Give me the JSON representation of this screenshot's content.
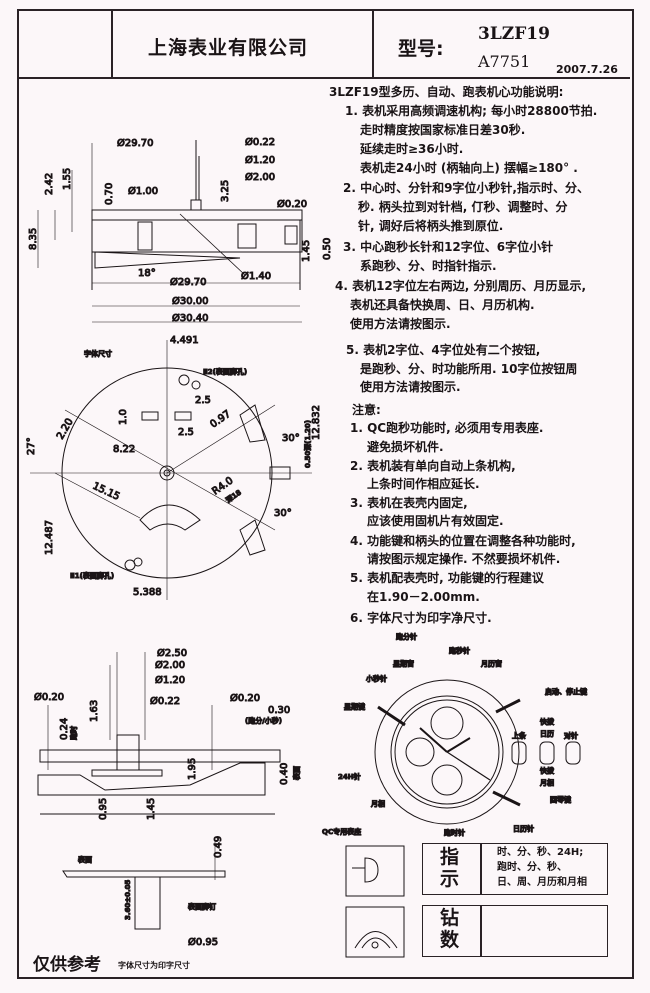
{
  "header": {
    "company": "上海表业有限公司",
    "model_label": "型号:",
    "model_code": "3LZF19",
    "movement_code": "A7751",
    "date": "2007.7.26"
  },
  "description": {
    "title": "3LZF19型多历、自动、跑表机心功能说明:",
    "lines": [
      "1. 表机采用高频调速机构; 每小时28800节拍.",
      "走时精度按国家标准日差30秒.",
      "延续走时≥36小时.",
      "表机走24小时 (柄轴向上) 摆幅≥180° .",
      "2. 中心时、分针和9字位小秒针,指示时、分、",
      "秒. 柄头拉到对针档, 仃秒、调整时、分",
      "针, 调好后将柄头推到原位.",
      "3. 中心跑秒长针和12字位、6字位小针",
      "系跑秒、分、时指针指示.",
      "4. 表机12字位左右两边, 分别周历、月历显示,",
      "表机还具备快换周、日、月历机构.",
      "使用方法请按图示.",
      "5. 表机2字位、4字位处有二个按钮,",
      "是跑秒、分、时功能所用. 10字位按钮周",
      "使用方法请按图示."
    ],
    "notes_title": "注意:",
    "notes": [
      "1. QC跑秒功能时, 必须用专用表座.",
      "避免损坏机件.",
      "2. 表机装有单向自动上条机构,",
      "上条时间作相应延长.",
      "3. 表机在表壳内固定,",
      "应该使用固机片有效固定.",
      "4. 功能键和柄头的位置在调整各种功能时,",
      "请按图示规定操作. 不然要损坏机件.",
      "5. 表机配表壳时, 功能键的行程建议",
      "在1.90－2.00mm.",
      "6. 字体尺寸为印字净尺寸."
    ]
  },
  "side_view": {
    "dims": [
      "Ø29.70",
      "Ø0.22",
      "Ø1.20",
      "Ø2.00",
      "2.42",
      "1.55",
      "0.70",
      "Ø1.00",
      "3.25",
      "Ø0.20",
      "8.35",
      "0.50",
      "1.45",
      "18°",
      "Ø29.70",
      "Ø1.40",
      "Ø30.00",
      "Ø30.40"
    ]
  },
  "top_view": {
    "dims": [
      "4.491",
      "字体尺寸",
      "E2(表面脚孔)",
      "2.5",
      "1.0",
      "2.5",
      "0.97",
      "0.50深(1.20)",
      "12.832",
      "27°",
      "2.20",
      "8.22",
      "30°",
      "15.15",
      "R4.0",
      "深18",
      "30°",
      "12.487",
      "E1(表面脚孔)",
      "5.388"
    ]
  },
  "cross_section": {
    "dims": [
      "Ø2.50",
      "Ø2.00",
      "Ø1.20",
      "Ø0.22",
      "Ø0.20",
      "Ø0.20",
      "0.30",
      "(跑分/小秒)",
      "0.24",
      "跑时",
      "1.63",
      "1.95",
      "0.40",
      "表面",
      "0.95",
      "1.45"
    ]
  },
  "dial_section": {
    "dims": [
      "0.49",
      "表面",
      "3.60±0.05",
      "表面脚钉",
      "Ø0.95"
    ]
  },
  "dial_diagram": {
    "labels": [
      "跑分针",
      "跑秒针",
      "星期窗",
      "月历窗",
      "小秒针",
      "星期键",
      "启动、停止键",
      "上条",
      "快拨",
      "日历",
      "对针",
      "快拨",
      "月相",
      "24H针",
      "回零键",
      "月相",
      "日历针",
      "QC专用表座",
      "跑时针"
    ]
  },
  "info_table": {
    "indicator_label": "指示",
    "indicator_values": [
      "时、分、秒、24H;",
      "跑时、分、秒、",
      "日、周、月历和月相"
    ],
    "jewels_label": "钻数",
    "jewels_value": ""
  },
  "footer": {
    "reference": "仅供参考",
    "font_note": "字体尺寸为印字尺寸"
  }
}
